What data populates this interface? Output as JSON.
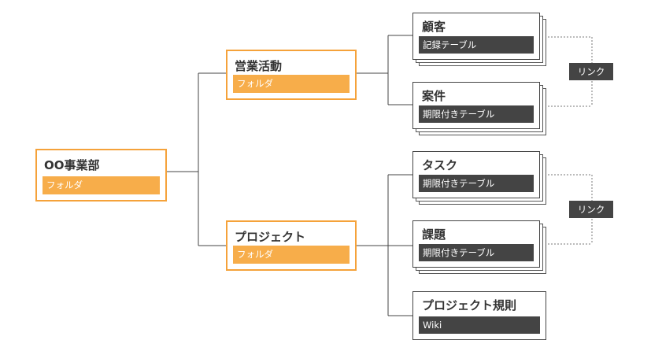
{
  "root": {
    "title": "OO事業部",
    "subtitle": "フォルダ"
  },
  "folders": [
    {
      "title": "営業活動",
      "subtitle": "フォルダ"
    },
    {
      "title": "プロジェクト",
      "subtitle": "フォルダ"
    }
  ],
  "apps": [
    {
      "title": "顧客",
      "subtitle": "記録テーブル"
    },
    {
      "title": "案件",
      "subtitle": "期限付きテーブル"
    },
    {
      "title": "タスク",
      "subtitle": "期限付きテーブル"
    },
    {
      "title": "課題",
      "subtitle": "期限付きテーブル"
    },
    {
      "title": "プロジェクト規則",
      "subtitle": "Wiki"
    }
  ],
  "links": [
    {
      "label": "リンク"
    },
    {
      "label": "リンク"
    }
  ]
}
